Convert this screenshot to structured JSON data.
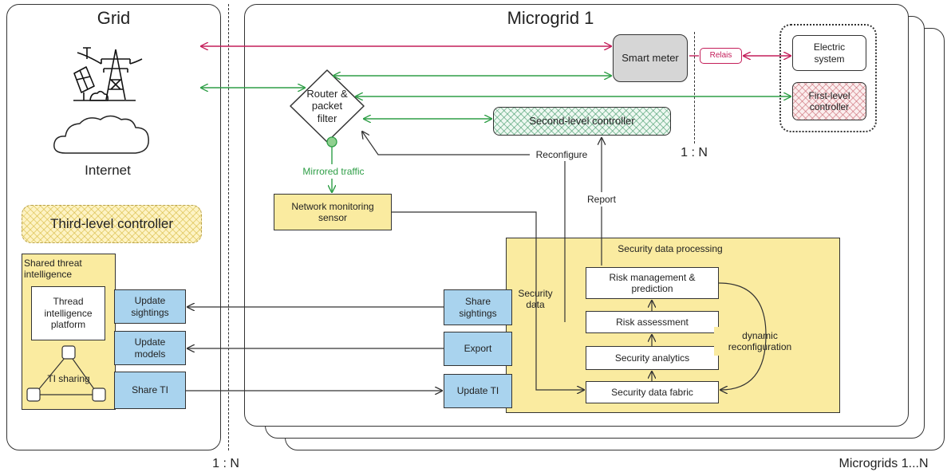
{
  "colors": {
    "red_link": "#c41e5a",
    "green_link": "#2e9e46",
    "dark_link": "#333333"
  },
  "grid": {
    "title": "Grid",
    "internet_label": "Internet"
  },
  "microgrid": {
    "title": "Microgrid 1",
    "stack_label": "Microgrids 1...N"
  },
  "ratios": {
    "grid_ratio": "1 : N",
    "meter_ratio": "1 : N"
  },
  "components": {
    "smart_meter": "Smart meter",
    "relais": "Relais",
    "electric_system": "Electric system",
    "first_level_controller": "First-level controller",
    "router": "Router & packet filter",
    "second_level_controller": "Second-level controller",
    "third_level_controller": "Third-level controller",
    "network_sensor": "Network monitoring sensor",
    "mirrored_traffic": "Mirrored traffic",
    "reconfigure": "Reconfigure",
    "report": "Report"
  },
  "threat_intel": {
    "title": "Shared threat intelligence",
    "platform": "Thread intelligence platform",
    "ti_sharing": "TI sharing",
    "update_sightings": "Update sightings",
    "update_models": "Update models",
    "share_ti": "Share TI"
  },
  "security": {
    "title": "Security data processing",
    "security_data": "Security data",
    "share_sightings": "Share sightings",
    "export": "Export",
    "update_ti": "Update TI",
    "risk_management": "Risk management & prediction",
    "risk_assessment": "Risk assessment",
    "security_analytics": "Security analytics",
    "security_data_fabric": "Security data fabric",
    "dynamic_reconfiguration": "dynamic reconfiguration"
  }
}
